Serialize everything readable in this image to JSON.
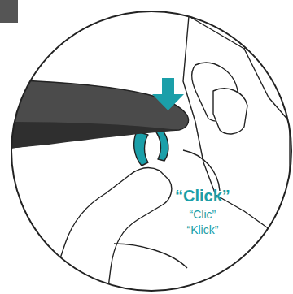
{
  "diagram": {
    "labels": [
      "“Click”",
      "“Clic”",
      "“Klick”"
    ]
  }
}
